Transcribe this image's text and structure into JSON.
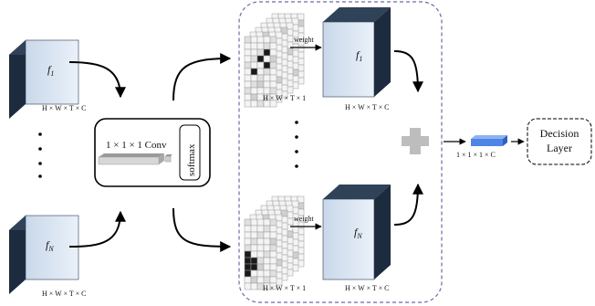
{
  "feature_maps": {
    "top": {
      "symbol": "f",
      "subscript": "1",
      "dims": "H × W × T × C"
    },
    "bottom": {
      "symbol": "f",
      "subscript": "N",
      "dims": "H × W × T × C"
    }
  },
  "conv_block": {
    "label": "1 × 1 × 1 Conv",
    "softmax_label": "softmax"
  },
  "weight_maps": {
    "top": {
      "dims": "H × W × T × 1",
      "edge_label": "weight"
    },
    "bottom": {
      "dims": "H × W × T × 1",
      "edge_label": "weight"
    }
  },
  "weighted_maps": {
    "top": {
      "symbol": "f",
      "subscript": "1",
      "dims": "H × W × T × C"
    },
    "bottom": {
      "symbol": "f",
      "subscript": "N",
      "dims": "H × W × T × C"
    }
  },
  "output": {
    "dims": "1 × 1 × 1 × C"
  },
  "decision_layer": {
    "line1": "Decision",
    "line2": "Layer"
  },
  "colors": {
    "cube_front": "#e2eaf4",
    "cube_side": "#1d2b3e",
    "cube_top": "#2f4258",
    "output_cube": "#4f86e6",
    "plus": "#bdbdbd",
    "dashed_border": "#6a6aa8"
  },
  "icons": {
    "plus": "plus-icon",
    "arrows": "arrow-icon"
  }
}
